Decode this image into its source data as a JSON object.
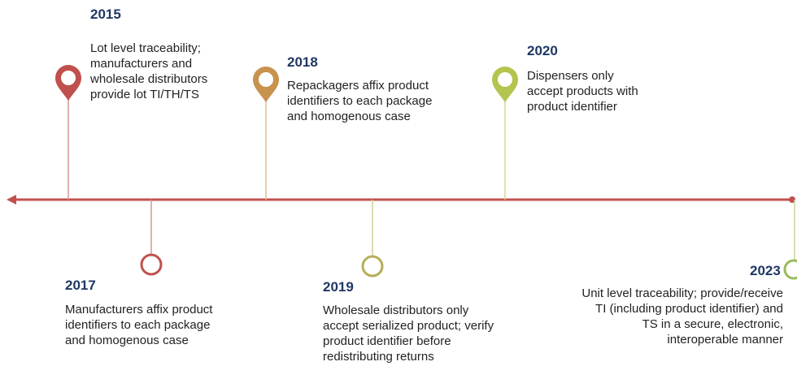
{
  "colors": {
    "axis": "#c0504d",
    "milestone_2015": "#c0504d",
    "milestone_2017": "#c0504d",
    "milestone_2018": "#c8924f",
    "milestone_2019": "#b6ad59",
    "milestone_2020": "#b4c44e",
    "milestone_2023": "#9bbb59",
    "year_text": "#1f3864"
  },
  "milestones": [
    {
      "year": "2015",
      "text": [
        "Lot level traceability;",
        "manufacturers and",
        "wholesale distributors",
        "provide lot TI/TH/TS"
      ]
    },
    {
      "year": "2017",
      "text": [
        "Manufacturers affix product",
        "identifiers to each package",
        "and homogenous case"
      ]
    },
    {
      "year": "2018",
      "text": [
        "Repackagers affix product",
        "identifiers to each package",
        "and homogenous case"
      ]
    },
    {
      "year": "2019",
      "text": [
        "Wholesale distributors only",
        "accept serialized product; verify",
        "product identifier before",
        "redistributing returns"
      ]
    },
    {
      "year": "2020",
      "text": [
        "Dispensers only",
        "accept products with",
        "product identifier"
      ]
    },
    {
      "year": "2023",
      "text": [
        "Unit level traceability; provide/receive",
        "TI (including product identifier) and",
        "TS in a secure, electronic,",
        "interoperable manner"
      ]
    }
  ]
}
